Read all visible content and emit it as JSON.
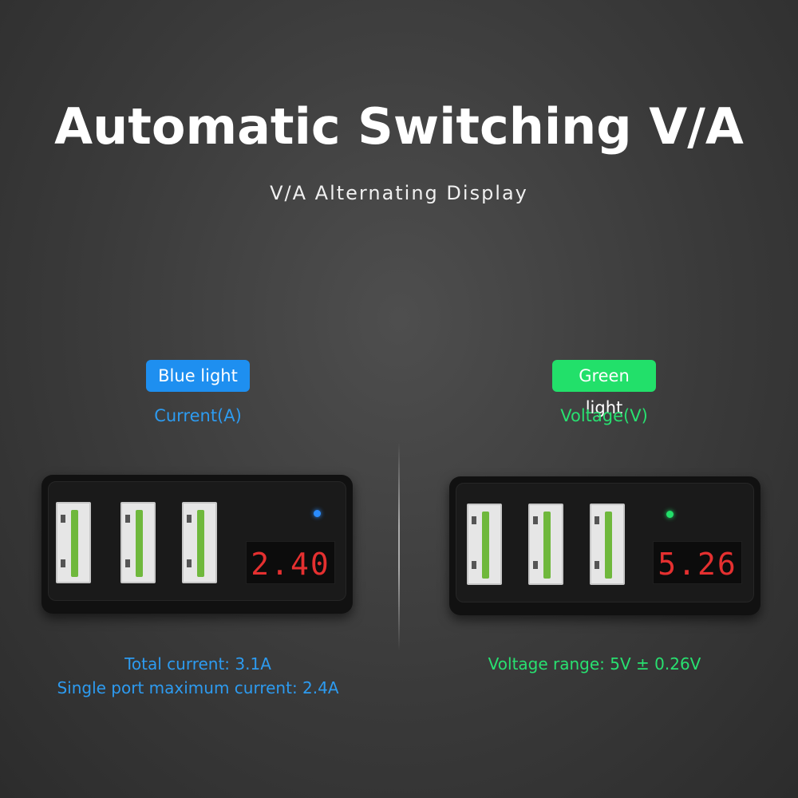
{
  "header": {
    "title": "Automatic Switching V/A",
    "subtitle": "V/A Alternating Display"
  },
  "left_panel": {
    "badge": "Blue light",
    "mode": "Current(A)",
    "display_value": "2.40",
    "notes": [
      "Total current: 3.1A",
      "Single port maximum current: 2.4A"
    ]
  },
  "right_panel": {
    "badge": "Green light",
    "mode": "Voltage(V)",
    "display_value": "5.26",
    "notes": [
      "Voltage range: 5V ± 0.26V"
    ]
  },
  "colors": {
    "blue": "#1e8ff0",
    "green": "#22e06a",
    "display_red": "#e53030",
    "blue_text": "#2d9bf0",
    "green_text": "#28e070"
  }
}
